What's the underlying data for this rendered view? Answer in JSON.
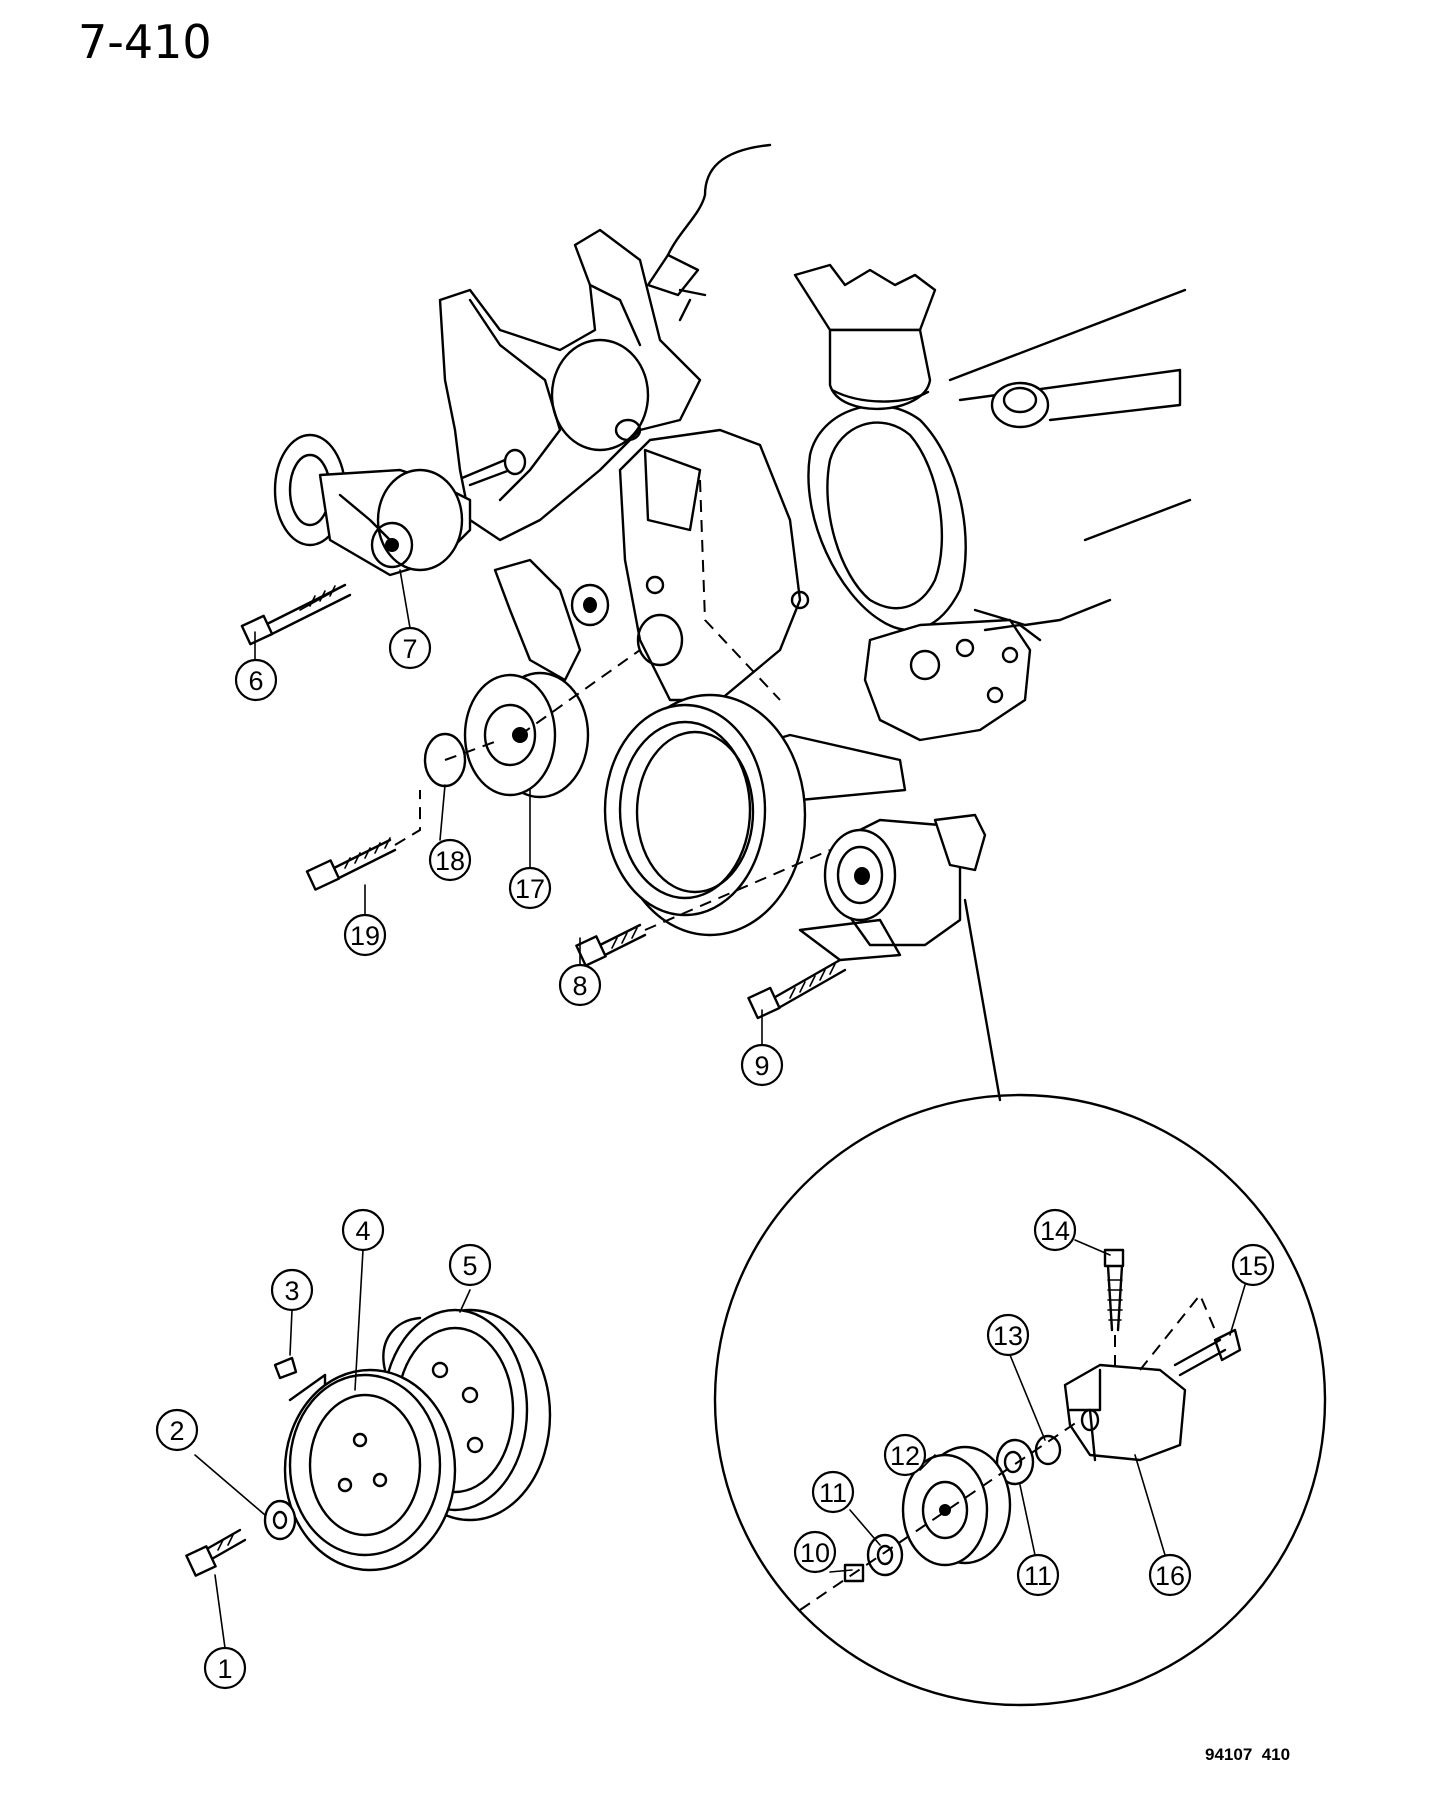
{
  "page_label": "7-410",
  "figure_code": "94107  410",
  "callouts": {
    "c1": "1",
    "c2": "2",
    "c3": "3",
    "c4": "4",
    "c5": "5",
    "c6": "6",
    "c7": "7",
    "c8": "8",
    "c9": "9",
    "c10": "10",
    "c11a": "11",
    "c11b": "11",
    "c12": "12",
    "c13": "13",
    "c14": "14",
    "c15": "15",
    "c16": "16",
    "c17": "17",
    "c18": "18",
    "c19": "19"
  }
}
